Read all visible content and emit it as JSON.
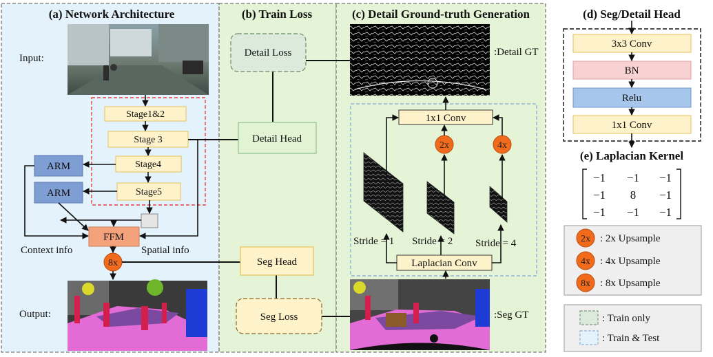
{
  "panels": {
    "a": "(a) Network Architecture",
    "b": "(b) Train Loss",
    "c": "(c) Detail Ground-truth Generation",
    "d": "(d) Seg/Detail Head",
    "e": "(e) Laplacian Kernel"
  },
  "arch": {
    "input_label": "Input:",
    "output_label": "Output:",
    "stage12": "Stage1&2",
    "stage3": "Stage 3",
    "stage4": "Stage4",
    "stage5": "Stage5",
    "arm_top": "ARM",
    "arm_bottom": "ARM",
    "ffm": "FFM",
    "context_info": "Context info",
    "spatial_info": "Spatial info",
    "upsample8": "8x"
  },
  "loss": {
    "detail_loss": "Detail Loss",
    "detail_head": "Detail Head",
    "seg_head": "Seg Head",
    "seg_loss": "Seg Loss"
  },
  "gt": {
    "detail_gt": ":Detail GT",
    "seg_gt": ":Seg GT",
    "conv1x1": "1x1 Conv",
    "laplacian_conv": "Laplacian Conv",
    "up2": "2x",
    "up4": "4x",
    "stride1": "Stride = 1",
    "stride2": "Stride = 2",
    "stride4": "Stride = 4"
  },
  "head": {
    "conv3": "3x3 Conv",
    "bn": "BN",
    "relu": "Relu",
    "conv1": "1x1 Conv"
  },
  "kernel": {
    "rows": [
      [
        "−1",
        "−1",
        "−1"
      ],
      [
        "−1",
        "8",
        "−1"
      ],
      [
        "−1",
        "−1",
        "−1"
      ]
    ]
  },
  "legend": {
    "up2_symbol": "2x",
    "up2_text": ": 2x Upsample",
    "up4_symbol": "4x",
    "up4_text": ": 4x Upsample",
    "up8_symbol": "8x",
    "up8_text": ": 8x Upsample",
    "train_only": ": Train only",
    "train_test": ": Train & Test"
  },
  "colors": {
    "stage_fill": "#fdf2c9",
    "stage_stroke": "#e6c15a",
    "arm_fill": "#7f9fd4",
    "ffm_fill": "#f3a27c",
    "upsample_fill": "#f26b1d",
    "train_test_bg": "#e4f3fb",
    "train_only_bg": "#e5f4d6",
    "head_box_bg": "#e2f3d3",
    "loss_box_bg": "#dceadb",
    "bn_fill": "#f8d2d2",
    "relu_fill": "#a7c6ec"
  }
}
